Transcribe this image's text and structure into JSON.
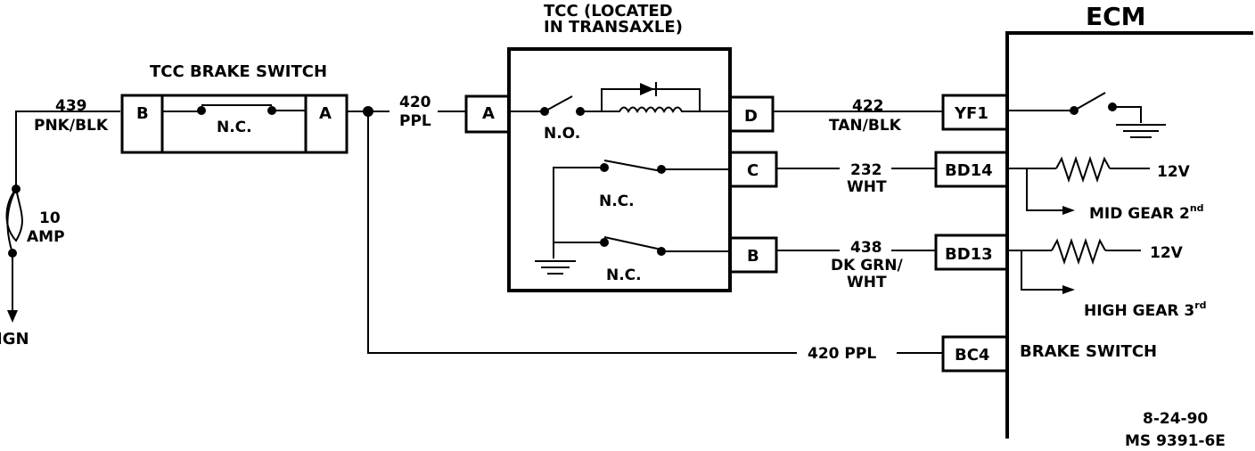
{
  "ecm": {
    "title": "ECM",
    "brake_switch_label": "BRAKE SWITCH"
  },
  "tcc": {
    "title_line1": "TCC (LOCATED",
    "title_line2": "IN TRANSAXLE)",
    "pin_a": "A",
    "pin_d": "D",
    "pin_c": "C",
    "pin_b": "B",
    "no_label": "N.O.",
    "nc_label_1": "N.C.",
    "nc_label_2": "N.C."
  },
  "brake_switch": {
    "title": "TCC BRAKE SWITCH",
    "pin_b": "B",
    "pin_a": "A",
    "nc_label": "N.C."
  },
  "wires": {
    "w439_num": "439",
    "w439_color": "PNK/BLK",
    "w420_num": "420",
    "w420_color": "PPL",
    "w422_num": "422",
    "w422_color": "TAN/BLK",
    "w232_num": "232",
    "w232_color": "WHT",
    "w438_num": "438",
    "w438_color1": "DK GRN/",
    "w438_color2": "WHT",
    "w420_lower": "420 PPL"
  },
  "fuse": {
    "rating1": "10",
    "rating2": "AMP"
  },
  "ign": {
    "label": "IGN"
  },
  "ecm_pins": {
    "yf1": "YF1",
    "bd14": "BD14",
    "bd13": "BD13",
    "bc4": "BC4"
  },
  "outputs": {
    "v12_1": "12V",
    "v12_2": "12V",
    "mid_gear": "MID GEAR 2",
    "mid_gear_sup": "nd",
    "high_gear": "HIGH GEAR 3",
    "high_gear_sup": "rd"
  },
  "footer": {
    "date": "8-24-90",
    "ref": "MS 9391-6E"
  }
}
